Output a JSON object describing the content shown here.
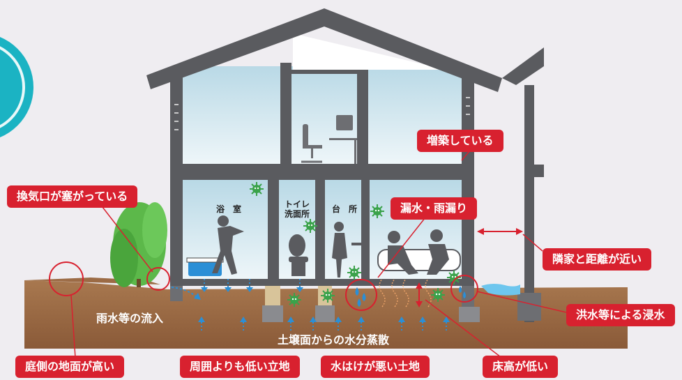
{
  "rooms": {
    "bath": "浴　室",
    "toilet": "トイレ\n洗面所",
    "kitchen": "台　所"
  },
  "labels": {
    "vent_blocked": "換気口が塞がっている",
    "extension": "増築している",
    "leak": "漏水・雨漏り",
    "neighbor_close": "隣家と距離が近い",
    "flood": "洪水等による浸水",
    "rain_inflow": "雨水等の流入",
    "soil_evaporation": "土壌面からの水分蒸散",
    "garden_high": "庭側の地面が高い",
    "low_land": "周囲よりも低い立地",
    "poor_drainage": "水はけが悪い土地",
    "low_floor": "床高が低い"
  },
  "colors": {
    "accent_red": "#d8212f",
    "teal_badge": "#1bb3c3",
    "house_frame": "#5a5b5f",
    "soil": "#9a6a45",
    "sky_glass": "#c9e2ec",
    "mold_green": "#3aa24a",
    "water_blue": "#2b8fd6"
  },
  "icons": [
    "mold-icon",
    "water-drop-icon",
    "up-arrow-icon",
    "double-arrow-icon"
  ]
}
